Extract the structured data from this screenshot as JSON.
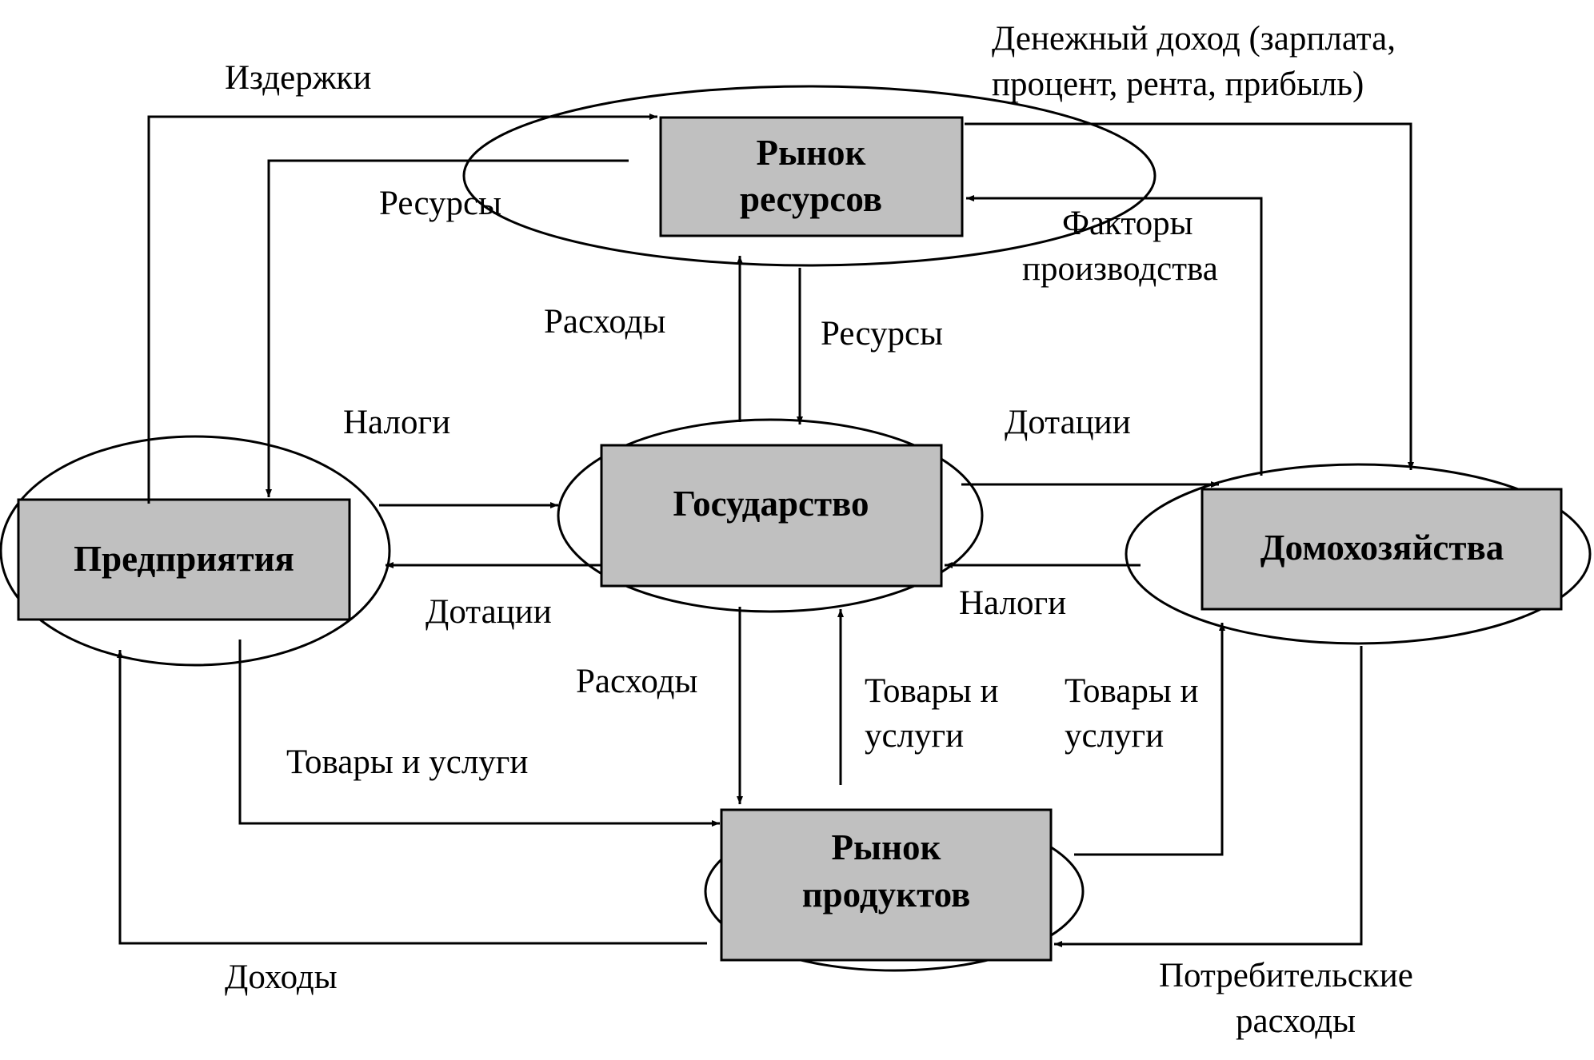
{
  "nodes": {
    "resource_market": {
      "line1": "Рынок",
      "line2": "ресурсов"
    },
    "government": {
      "label": "Государство"
    },
    "enterprises": {
      "label": "Предприятия"
    },
    "households": {
      "label": "Домохозяйства"
    },
    "product_market": {
      "line1": "Рынок",
      "line2": "продуктов"
    }
  },
  "flows": {
    "costs": "Издержки",
    "money_income_line1": "Денежный доход (зарплата,",
    "money_income_line2": "процент, рента, прибыль)",
    "resources_to_enterprises": "Ресурсы",
    "production_factors_line1": "Факторы",
    "production_factors_line2": "производства",
    "gov_expenses_top": "Расходы",
    "resources_to_government": "Ресурсы",
    "taxes_from_enterprises": "Налоги",
    "subsidies_to_households": "Дотации",
    "subsidies_to_enterprises": "Дотации",
    "taxes_from_households": "Налоги",
    "gov_expenses_bottom": "Расходы",
    "goods_to_government_line1": "Товары и",
    "goods_to_government_line2": "услуги",
    "goods_to_households_line1": "Товары и",
    "goods_to_households_line2": "услуги",
    "goods_and_services": "Товары и услуги",
    "revenues": "Доходы",
    "consumer_spending_line1": "Потребительские",
    "consumer_spending_line2": "расходы"
  }
}
